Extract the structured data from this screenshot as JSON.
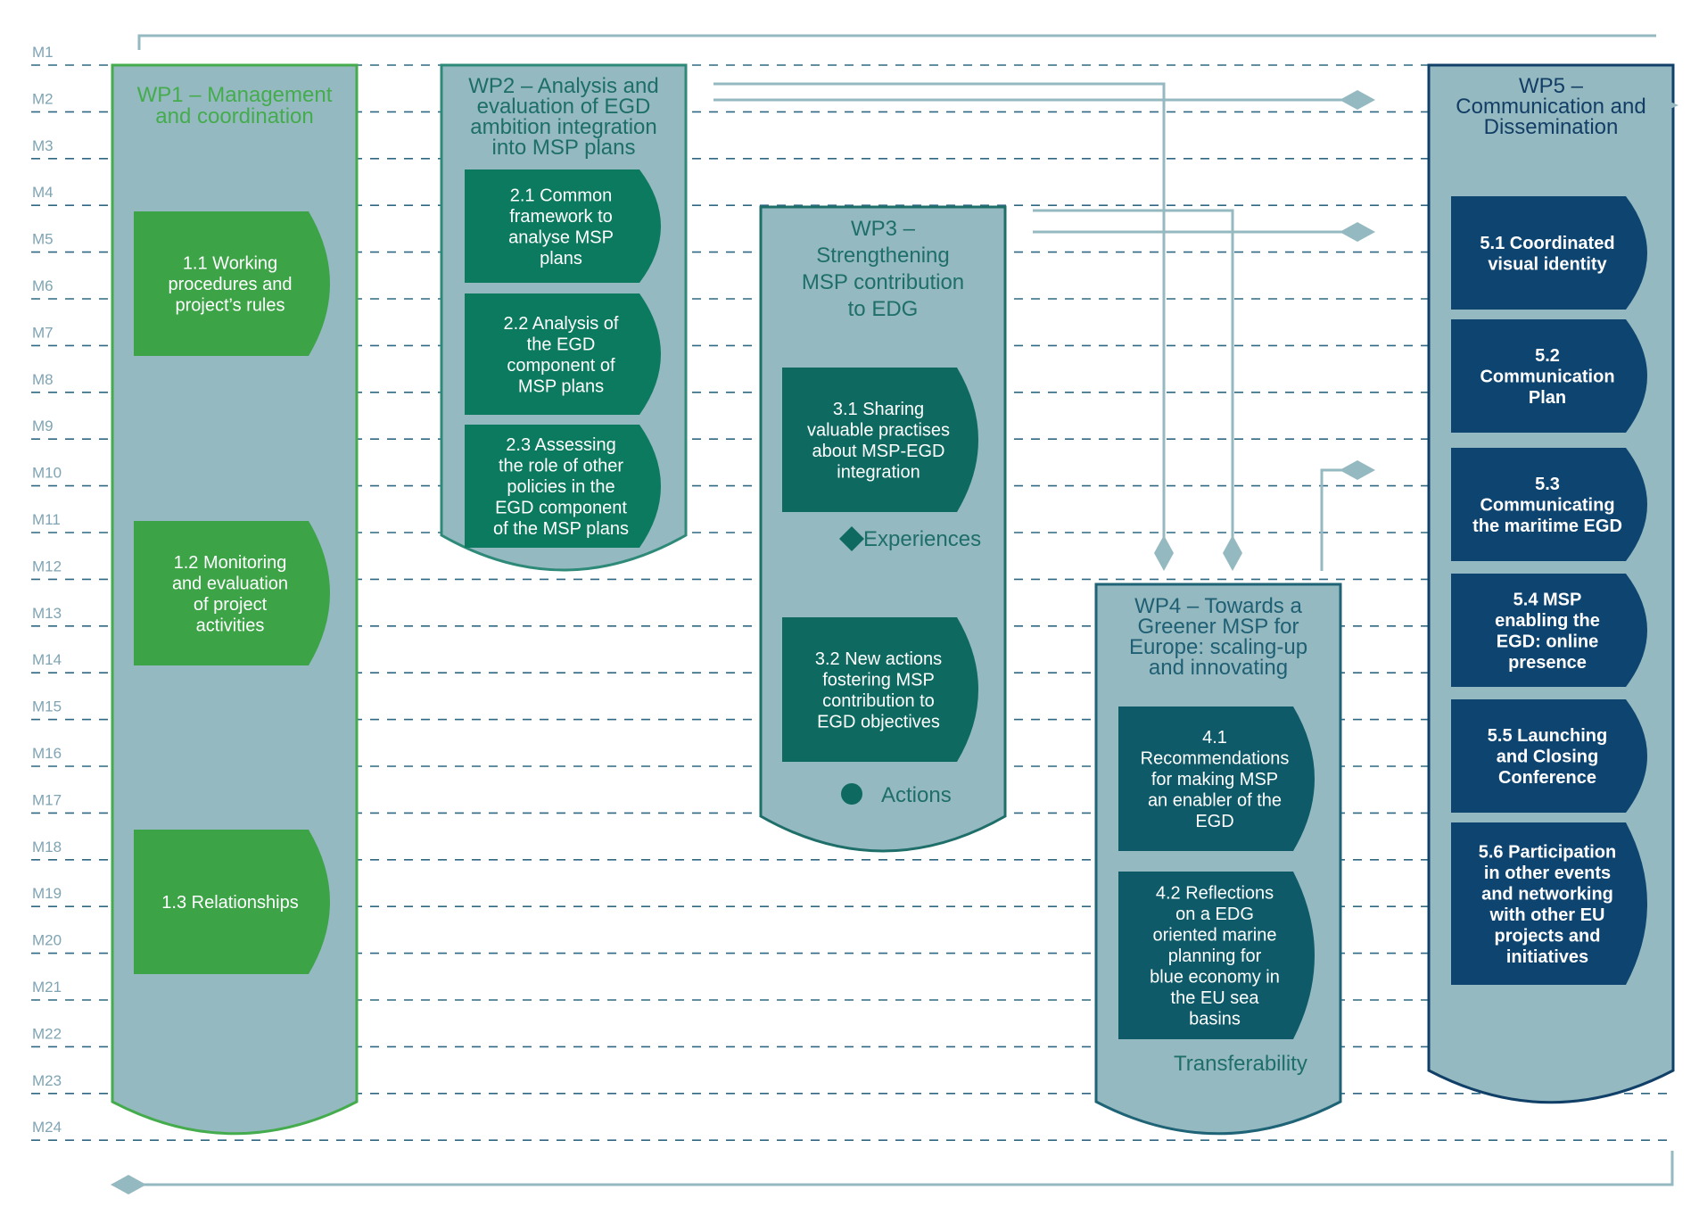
{
  "months": [
    "M1",
    "M2",
    "M3",
    "M4",
    "M5",
    "M6",
    "M7",
    "M8",
    "M9",
    "M10",
    "M11",
    "M12",
    "M13",
    "M14",
    "M15",
    "M16",
    "M17",
    "M18",
    "M19",
    "M20",
    "M21",
    "M22",
    "M23",
    "M24"
  ],
  "colors": {
    "column_fill": "#95b9c0",
    "wp1_border": "#44ac4d",
    "wp1_title": "#44ac4d",
    "wp1_task": "#3ca347",
    "wp2_border": "#2e8a78",
    "wp2_title": "#1d6e68",
    "wp2_task": "#0c7a5e",
    "wp3_border": "#1e6e6a",
    "wp3_title": "#1e6e6a",
    "wp3_task": "#0e6a60",
    "wp4_border": "#1e6376",
    "wp4_title": "#1f5f73",
    "wp4_task": "#0e5a68",
    "wp5_border": "#103f68",
    "wp5_title": "#123e66",
    "wp5_task": "#0e4470",
    "connector": "#95b9c0",
    "grid_line": "#2f6883",
    "month_label": "#7fa4b4"
  },
  "work_packages": [
    {
      "id": "wp1",
      "title_lines": [
        "WP1 – Management",
        "and coordination"
      ],
      "tasks": [
        {
          "lines": [
            "1.1 Working",
            "procedures and",
            "project’s rules"
          ]
        },
        {
          "lines": [
            "1.2 Monitoring",
            "and evaluation",
            "of project",
            "activities"
          ]
        },
        {
          "lines": [
            "1.3 Relationships"
          ]
        }
      ]
    },
    {
      "id": "wp2",
      "title_lines": [
        "WP2 – Analysis and",
        "evaluation of EGD",
        "ambition integration",
        "into MSP plans"
      ],
      "tasks": [
        {
          "lines": [
            "2.1 Common",
            "framework to",
            "analyse MSP",
            "plans"
          ]
        },
        {
          "lines": [
            "2.2 Analysis of",
            "the EGD",
            "component of",
            "MSP plans"
          ]
        },
        {
          "lines": [
            "2.3 Assessing",
            "the role of other",
            "policies in the",
            "EGD component",
            "of the MSP plans"
          ]
        }
      ]
    },
    {
      "id": "wp3",
      "title_lines": [
        "WP3 –",
        "Strengthening",
        "MSP contribution",
        "to EDG"
      ],
      "tasks": [
        {
          "lines": [
            "3.1 Sharing",
            "valuable practises",
            "about MSP-EGD",
            "integration"
          ]
        },
        {
          "lines": [
            "3.2 New actions",
            "fostering MSP",
            "contribution to",
            "EGD objectives"
          ]
        }
      ],
      "legend": [
        "Experiences",
        "Actions"
      ]
    },
    {
      "id": "wp4",
      "title_lines": [
        "WP4 – Towards a",
        "Greener MSP for",
        "Europe: scaling-up",
        "and innovating"
      ],
      "tasks": [
        {
          "lines": [
            "4.1",
            "Recommendations",
            "for making MSP",
            "an enabler of the",
            "EGD"
          ]
        },
        {
          "lines": [
            "4.2 Reflections",
            "on a  EDG",
            "oriented marine",
            "planning for",
            "blue economy in",
            "the EU sea",
            "basins"
          ]
        }
      ],
      "legend": [
        "Transferability"
      ]
    },
    {
      "id": "wp5",
      "title_lines": [
        "WP5 –",
        "Communication and",
        "Dissemination"
      ],
      "tasks": [
        {
          "lines": [
            "5.1 Coordinated",
            "visual identity"
          ]
        },
        {
          "lines": [
            "5.2",
            "Communication",
            "Plan"
          ]
        },
        {
          "lines": [
            "5.3",
            "Communicating",
            "the maritime EGD"
          ]
        },
        {
          "lines": [
            "5.4 MSP",
            "enabling the",
            "EGD: online",
            "presence"
          ]
        },
        {
          "lines": [
            "5.5 Launching",
            "and Closing",
            "Conference"
          ]
        },
        {
          "lines": [
            "5.6 Participation",
            "in other events",
            "and networking",
            "with other EU",
            "projects and",
            "initiatives"
          ]
        }
      ]
    }
  ]
}
